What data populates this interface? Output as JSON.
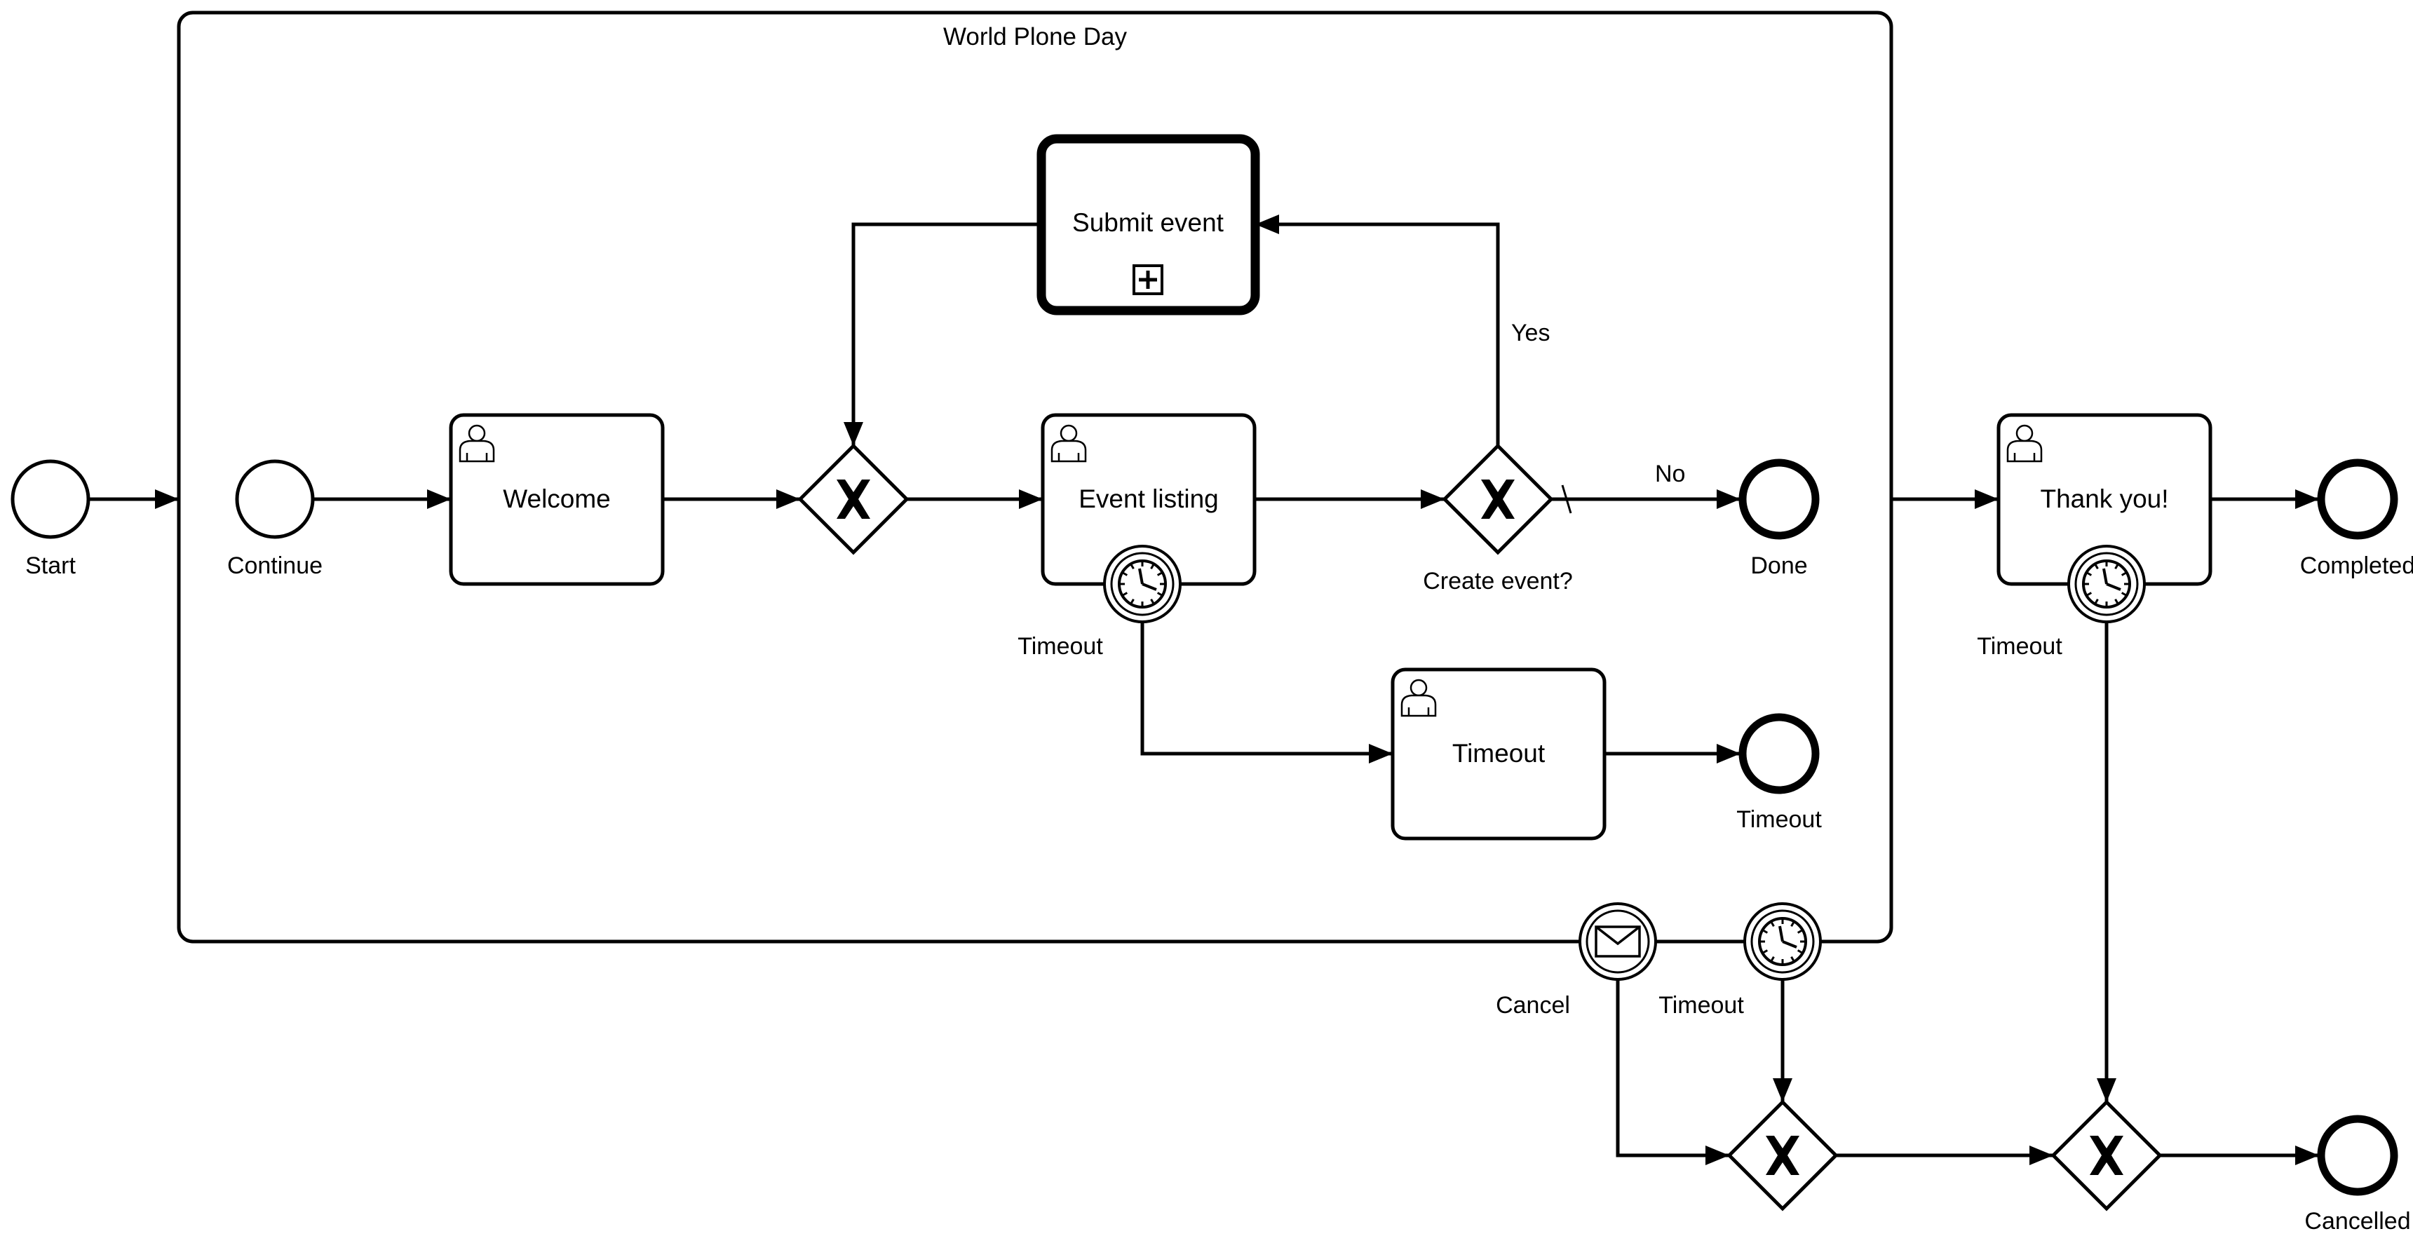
{
  "diagram": {
    "subprocess": {
      "label": "World Plone Day"
    },
    "events": {
      "start": "Start",
      "continue": "Continue",
      "done": "Done",
      "timeout_end": "Timeout",
      "completed": "Completed",
      "cancelled": "Cancelled"
    },
    "tasks": {
      "submit_event": "Submit event",
      "welcome": "Welcome",
      "event_listing": "Event listing",
      "timeout": "Timeout",
      "thank_you": "Thank you!"
    },
    "gateways": {
      "create_event": "Create event?"
    },
    "boundary": {
      "event_listing_timer": "Timeout",
      "thank_you_timer": "Timeout",
      "cancel_message": "Cancel",
      "subprocess_timer": "Timeout"
    },
    "flows": {
      "yes": "Yes",
      "no": "No"
    }
  }
}
